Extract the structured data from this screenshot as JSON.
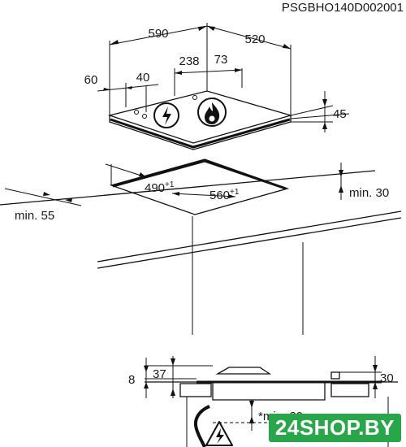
{
  "document_code": "PSGBHO140D002001",
  "dimensions": {
    "width": "590",
    "depth": "520",
    "burner_offset_x": "238",
    "burner_spacing": "73",
    "left_margin": "60",
    "left_offset": "40",
    "height": "45",
    "cutout_depth": "490",
    "cutout_depth_tol": "+1",
    "cutout_width": "560",
    "cutout_width_tol": "+1",
    "min_front": "min. 55",
    "min_back": "min. 30",
    "side_top": "37",
    "side_thickness": "8",
    "right_height": "30",
    "min_below": "*min. 20"
  },
  "watermark": "24SHOP.BY",
  "icons": [
    "electric-ignition-icon",
    "gas-flame-icon",
    "electrical-hazard-icon"
  ]
}
